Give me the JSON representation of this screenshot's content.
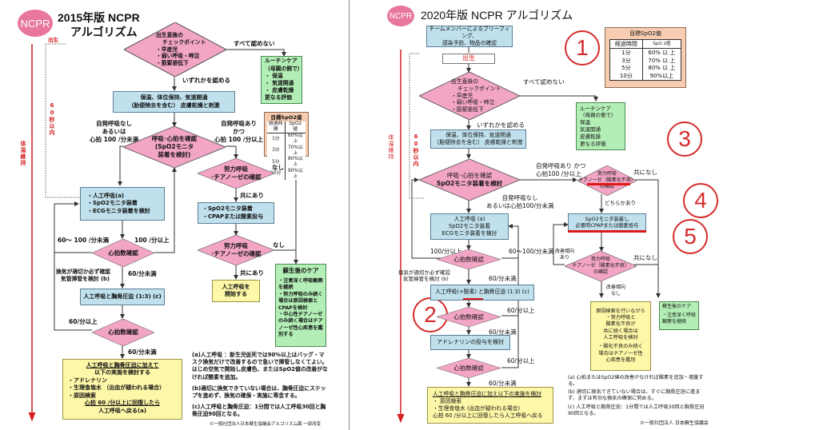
{
  "left": {
    "logo": "NCPR",
    "title_line1": "2015年版 NCPR",
    "title_line2": "アルゴリズム",
    "birth_label": "出生",
    "sixty_sec_label": "60秒以内",
    "temp_label": "体温維持",
    "checkpoint": {
      "title1": "出生直後の",
      "title2": "チェックポイント",
      "items": [
        "・早産児",
        "・弱い呼吸・啼泣",
        "・筋緊張低下"
      ]
    },
    "none_label": "すべて認めない",
    "any_label": "いずれかを認める",
    "routine_care": {
      "title1": "ルーチンケア",
      "title2": "（母親の側で）",
      "items": [
        "・ 保温",
        "・ 気道開通",
        "・ 皮膚乾燥"
      ],
      "extra": "更なる評価"
    },
    "initial_steps": {
      "line1": "保温、体位保持、気道開通",
      "line2": "（胎便除去を含む） 皮膚乾燥と刺激"
    },
    "no_breath_label": {
      "l1": "自発呼吸なし",
      "l2": "あるいは",
      "l3": "心拍 100 /分未満"
    },
    "breath_label": {
      "l1": "自発呼吸あり",
      "l2": "かつ",
      "l3": "心拍 100 /分以上"
    },
    "check_breath_hr": {
      "l1": "呼吸･心拍を確認",
      "l2": "(SpO2モニタ",
      "l3": "装着を検討)"
    },
    "spo2_target": {
      "title": "目標SpO2値",
      "col1": "経過時間",
      "col2": "SpO2値",
      "rows": [
        [
          "1分",
          "60%以上"
        ],
        [
          "3分",
          "70%以上"
        ],
        [
          "5分",
          "80%以上"
        ],
        [
          "10分",
          "90%以上"
        ]
      ]
    },
    "labored_check1": {
      "l1": "努力呼吸",
      "l2": "･チアノーゼの確認"
    },
    "both_present1": "共にあり",
    "none1": "なし",
    "ventilation": {
      "items": [
        "・人工呼吸(a)",
        "・SpO2モニタ装着",
        "・ECGモニタ装着を検討"
      ]
    },
    "spo2_cpap": {
      "items": [
        "・SpO2モニタ装着",
        "・CPAPまたは酸素投与"
      ]
    },
    "labored_check2": {
      "l1": "努力呼吸",
      "l2": "･チアノーゼの確認"
    },
    "none2": "なし",
    "both_present2": "共にあり",
    "start_ventilation": {
      "l1": "人工呼吸を",
      "l2": "開始する"
    },
    "post_resus_care": {
      "title": "蘇生後のケア",
      "items": [
        "・注意深く呼吸観察を継続",
        "・努力呼吸のみ続く場合は原因検索とCPAPを検討",
        "・中心性チアノーゼのみ続く場合はチアノーゼ性心疾患を鑑別する"
      ]
    },
    "hr_60_100": "60～ 100 /分未満",
    "hr_100_up": "100 /分以上",
    "hr_check1": "心拍数確認",
    "ventilation_adequate": {
      "l1": "換気が適切か必ず確認",
      "l2": "気管挿管を検討 (b)"
    },
    "hr_under60_1": "60/分未満",
    "vent_compress": "人工呼吸と胸骨圧迫 (1:3) (c)",
    "hr_60_up": "60/分以上",
    "hr_check2": "心拍数確認",
    "hr_under60_2": "60/分未満",
    "final_box": {
      "l1": "人工呼吸と胸骨圧迫に加えて",
      "l2": "以下の実施を検討する",
      "items": [
        "・アドレナリン",
        "・生理食塩水 （出血が疑われる場合）",
        "・原因検索"
      ],
      "l3": "心拍 60 /分以上に回復したら",
      "l4": "人工呼吸へ戻る(a)"
    },
    "notes": {
      "a": "(a)人工呼吸 ：新生児仮死では90%以上はバッグ・マスク換気だけで改善するので急いで挿管しなくてよい。はじめ空気で開始し皮膚色、またはSpO2値の改善がなければ酸素を追加。",
      "b": "(b)適切に換気できていない場合は、胸骨圧迫にステップを進めず、換気の確保・実施に専念する。",
      "c": "(c)人工呼吸と胸骨圧迫：1分間では人工呼吸30回と胸骨圧迫90回となる。"
    },
    "copyright": "©一般社団法人日本蘇生協議会アルゴリズム図 一部改変"
  },
  "right": {
    "logo": "NCPR",
    "title": "2020年版 NCPR アルゴリズム",
    "briefing": {
      "l1": "チームメンバーによるブリーフィング、",
      "l2": "感染予防、物品の確認"
    },
    "birth_label": "出生",
    "circles": [
      "1",
      "2",
      "3",
      "4",
      "5"
    ],
    "sixty_sec_label": "60秒以内",
    "temp_label": "体温維持",
    "spo2_target": {
      "title": "目標SpO2値",
      "col1": "経過時間",
      "col2": "SpO 2値",
      "rows": [
        [
          "1分",
          "60% 以 上"
        ],
        [
          "3分",
          "70% 以 上"
        ],
        [
          "5分",
          "80% 以 上"
        ],
        [
          "10分",
          "90%以上"
        ]
      ]
    },
    "checkpoint": {
      "title1": "出生直後の",
      "title2": "チェックポイント",
      "items": [
        "・早産児",
        "・弱い呼吸・啼泣",
        "・筋緊張低下"
      ]
    },
    "none_label": "すべて認めない",
    "any_label": "いずれかを認める",
    "routine_care": {
      "title1": "ルーチンケア",
      "title2": "（母親の側で）",
      "items": [
        "保温",
        "気道開通",
        "皮膚乾燥"
      ],
      "extra": "更なる評価"
    },
    "initial_steps": {
      "line1": "保温、体位保持、気道開通",
      "line2": "（胎便除去を含む） 皮膚乾燥と刺激"
    },
    "check_breath_hr": {
      "l1": "呼吸･心拍を確認",
      "l2": "SpO2モニタ装着を検討"
    },
    "breath_label": {
      "l1": "自発呼吸あり かつ",
      "l2": "心拍100 /分以上"
    },
    "no_breath_label": {
      "l1": "自発呼吸なし",
      "l2": "あるいは心拍100/分未満"
    },
    "labored_check1": {
      "l1": "努力呼吸",
      "l2": "チアノーゼ（酸素化不良）",
      "l3": "の確認"
    },
    "both_none1": "共になし",
    "either_present": "どちらかあり",
    "spo2_cpap": {
      "l1": "SpO2モニタ装着し",
      "l2": "必要時CPAPまたは酸素投与"
    },
    "improving": {
      "l1": "改善傾向",
      "l2": "あり"
    },
    "labored_check2": {
      "l1": "努力呼吸",
      "l2": "チアノーゼ（酸素化不良）",
      "l3": "の確認"
    },
    "both_none2": "共になし",
    "not_improving": {
      "l1": "改善傾向",
      "l2": "なし"
    },
    "ventilation": {
      "l1": "人工呼吸 (a)",
      "l2": "SpO2モニタ装着",
      "l3": "ECGモニタ装着を検討"
    },
    "hr_100_up": "100/分以上",
    "hr_60_100": "60～100/分未満",
    "hr_check1": "心拍数確認",
    "ventilation_adequate": {
      "l1": "換気が適切か必ず確認",
      "l2": "気管挿管を検討 (b)"
    },
    "hr_under60_1": "60/分未満",
    "vent_compress": "人工呼吸(+酸素) と胸骨圧迫 (1:3) (c)",
    "hr_60_up_1": "60/分以上",
    "hr_check2": "心拍数確認",
    "hr_under60_2": "60/分未満",
    "adrenaline": "アドレナリンの投与を検討",
    "hr_60_up_2": "60/分以上",
    "hr_check3": "心拍数確認",
    "hr_under60_3": "60/分未満",
    "final_box": {
      "l1": "人工呼吸と胸骨圧迫に加え以下の実施を検討",
      "items": [
        "・ 原因検索",
        "・生理食塩水 (出血が疑われる場合)"
      ],
      "l2": "心拍 60 /分以上に回復したら人工呼吸へ戻る"
    },
    "cause_search": {
      "l1": "原因検索を行いながら",
      "items": [
        "・努力呼吸と",
        "酸素化不良が",
        "共に続く場合は",
        "人工呼吸を検討"
      ],
      "items2": [
        "・酸化不良のみ続く",
        "場合はチアノーゼ性",
        "心疾患を鑑別"
      ]
    },
    "post_resus_care": {
      "title": "蘇生後のケア",
      "items": [
        "・注意深く呼吸",
        "観察を継続"
      ]
    },
    "notes": {
      "a": "(a) 心拍またはSpO2値の改善がなければ酸素を追加・増量する。",
      "b": "(b) 適切に換気できていない場合は、すぐに胸骨圧迫に進まず、まずは有効な換気の確保に努める。",
      "c": "(c) 人工呼吸と胸骨圧迫：1分間では人工呼吸30回と胸骨圧迫90回となる。"
    },
    "copyright": "©一般社団法人 日本蘇生協議会"
  },
  "colors": {
    "diamond": "#f2a5c4",
    "box_blue": "#bfe0ec",
    "box_green": "#b3eeb6",
    "box_yellow": "#fdf7a8",
    "box_orange": "#f8ccb0",
    "accent_red": "#d62b2b",
    "logo_pink": "#e8769f"
  }
}
